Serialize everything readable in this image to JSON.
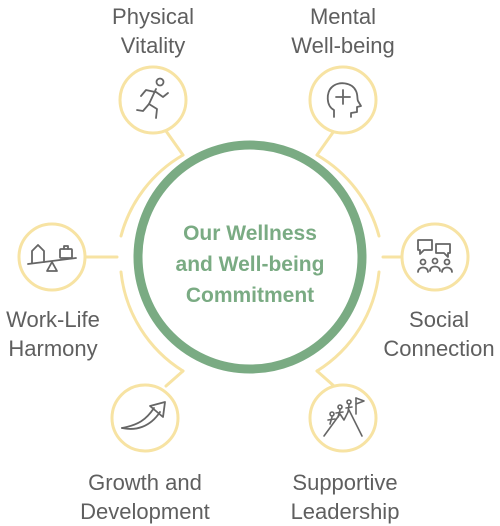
{
  "center": {
    "line1": "Our Wellness",
    "line2": "and Well-being",
    "line3": "Commitment"
  },
  "pillars": [
    {
      "line1": "Physical",
      "line2": "Vitality",
      "icon": "running-person-icon"
    },
    {
      "line1": "Mental",
      "line2": "Well-being",
      "icon": "head-plus-icon"
    },
    {
      "line1": "Work-Life",
      "line2": "Harmony",
      "icon": "balance-scale-icon"
    },
    {
      "line1": "Social",
      "line2": "Connection",
      "icon": "chat-group-icon"
    },
    {
      "line1": "Growth and",
      "line2": "Development",
      "icon": "growth-arrow-icon"
    },
    {
      "line1": "Supportive",
      "line2": "Leadership",
      "icon": "climbing-team-icon"
    }
  ],
  "colors": {
    "center_ring": "#7aab83",
    "connector": "#f7e3a3",
    "icon": "#666666",
    "label": "#5f5f5f"
  }
}
